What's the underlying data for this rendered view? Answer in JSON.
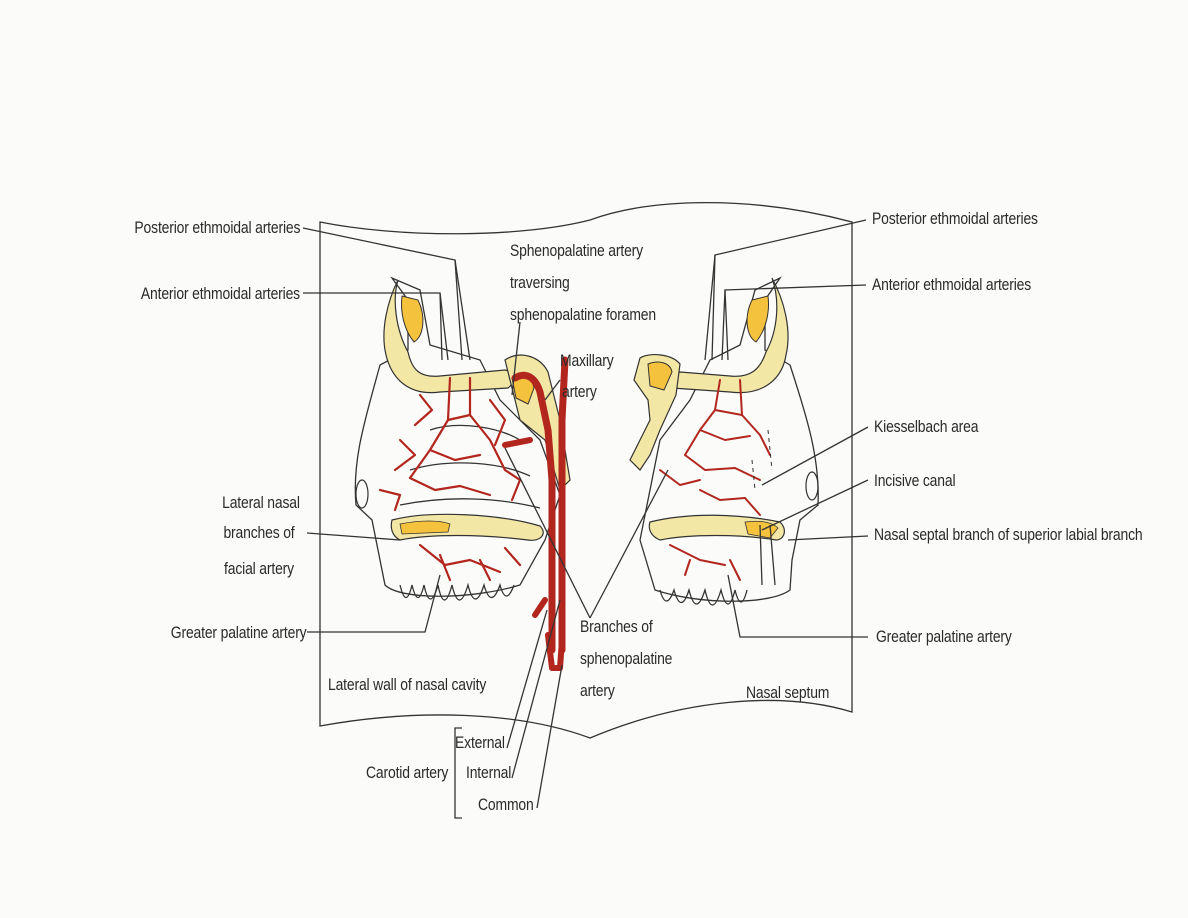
{
  "labels": {
    "post_ethmoid_left": "Posterior ethmoidal arteries",
    "ant_ethmoid_left": "Anterior ethmoidal arteries",
    "lateral_nasal_1": "Lateral nasal",
    "lateral_nasal_2": "branches of",
    "lateral_nasal_3": "facial artery",
    "greater_palatine_left": "Greater palatine artery",
    "lateral_wall": "Lateral wall of nasal cavity",
    "spheno_1": "Sphenopalatine artery",
    "spheno_2": "traversing",
    "spheno_3": "sphenopalatine foramen",
    "maxillary_1": "Maxillary",
    "maxillary_2": "artery",
    "branches_1": "Branches of",
    "branches_2": "sphenopalatine",
    "branches_3": "artery",
    "carotid": "Carotid artery",
    "external": "External",
    "internal": "Internal",
    "common": "Common",
    "post_ethmoid_right": "Posterior ethmoidal arteries",
    "ant_ethmoid_right": "Anterior ethmoidal arteries",
    "kiesselbach": "Kiesselbach area",
    "incisive": "Incisive canal",
    "septal_branch": "Nasal septal branch of superior labial branch",
    "greater_palatine_right": "Greater palatine artery",
    "nasal_septum": "Nasal septum"
  },
  "colors": {
    "artery": "#b3261e",
    "bone": "#f3e7a6",
    "bone_dark": "#f4c23c",
    "tissue": "#fbfbf9",
    "line": "#333333"
  }
}
